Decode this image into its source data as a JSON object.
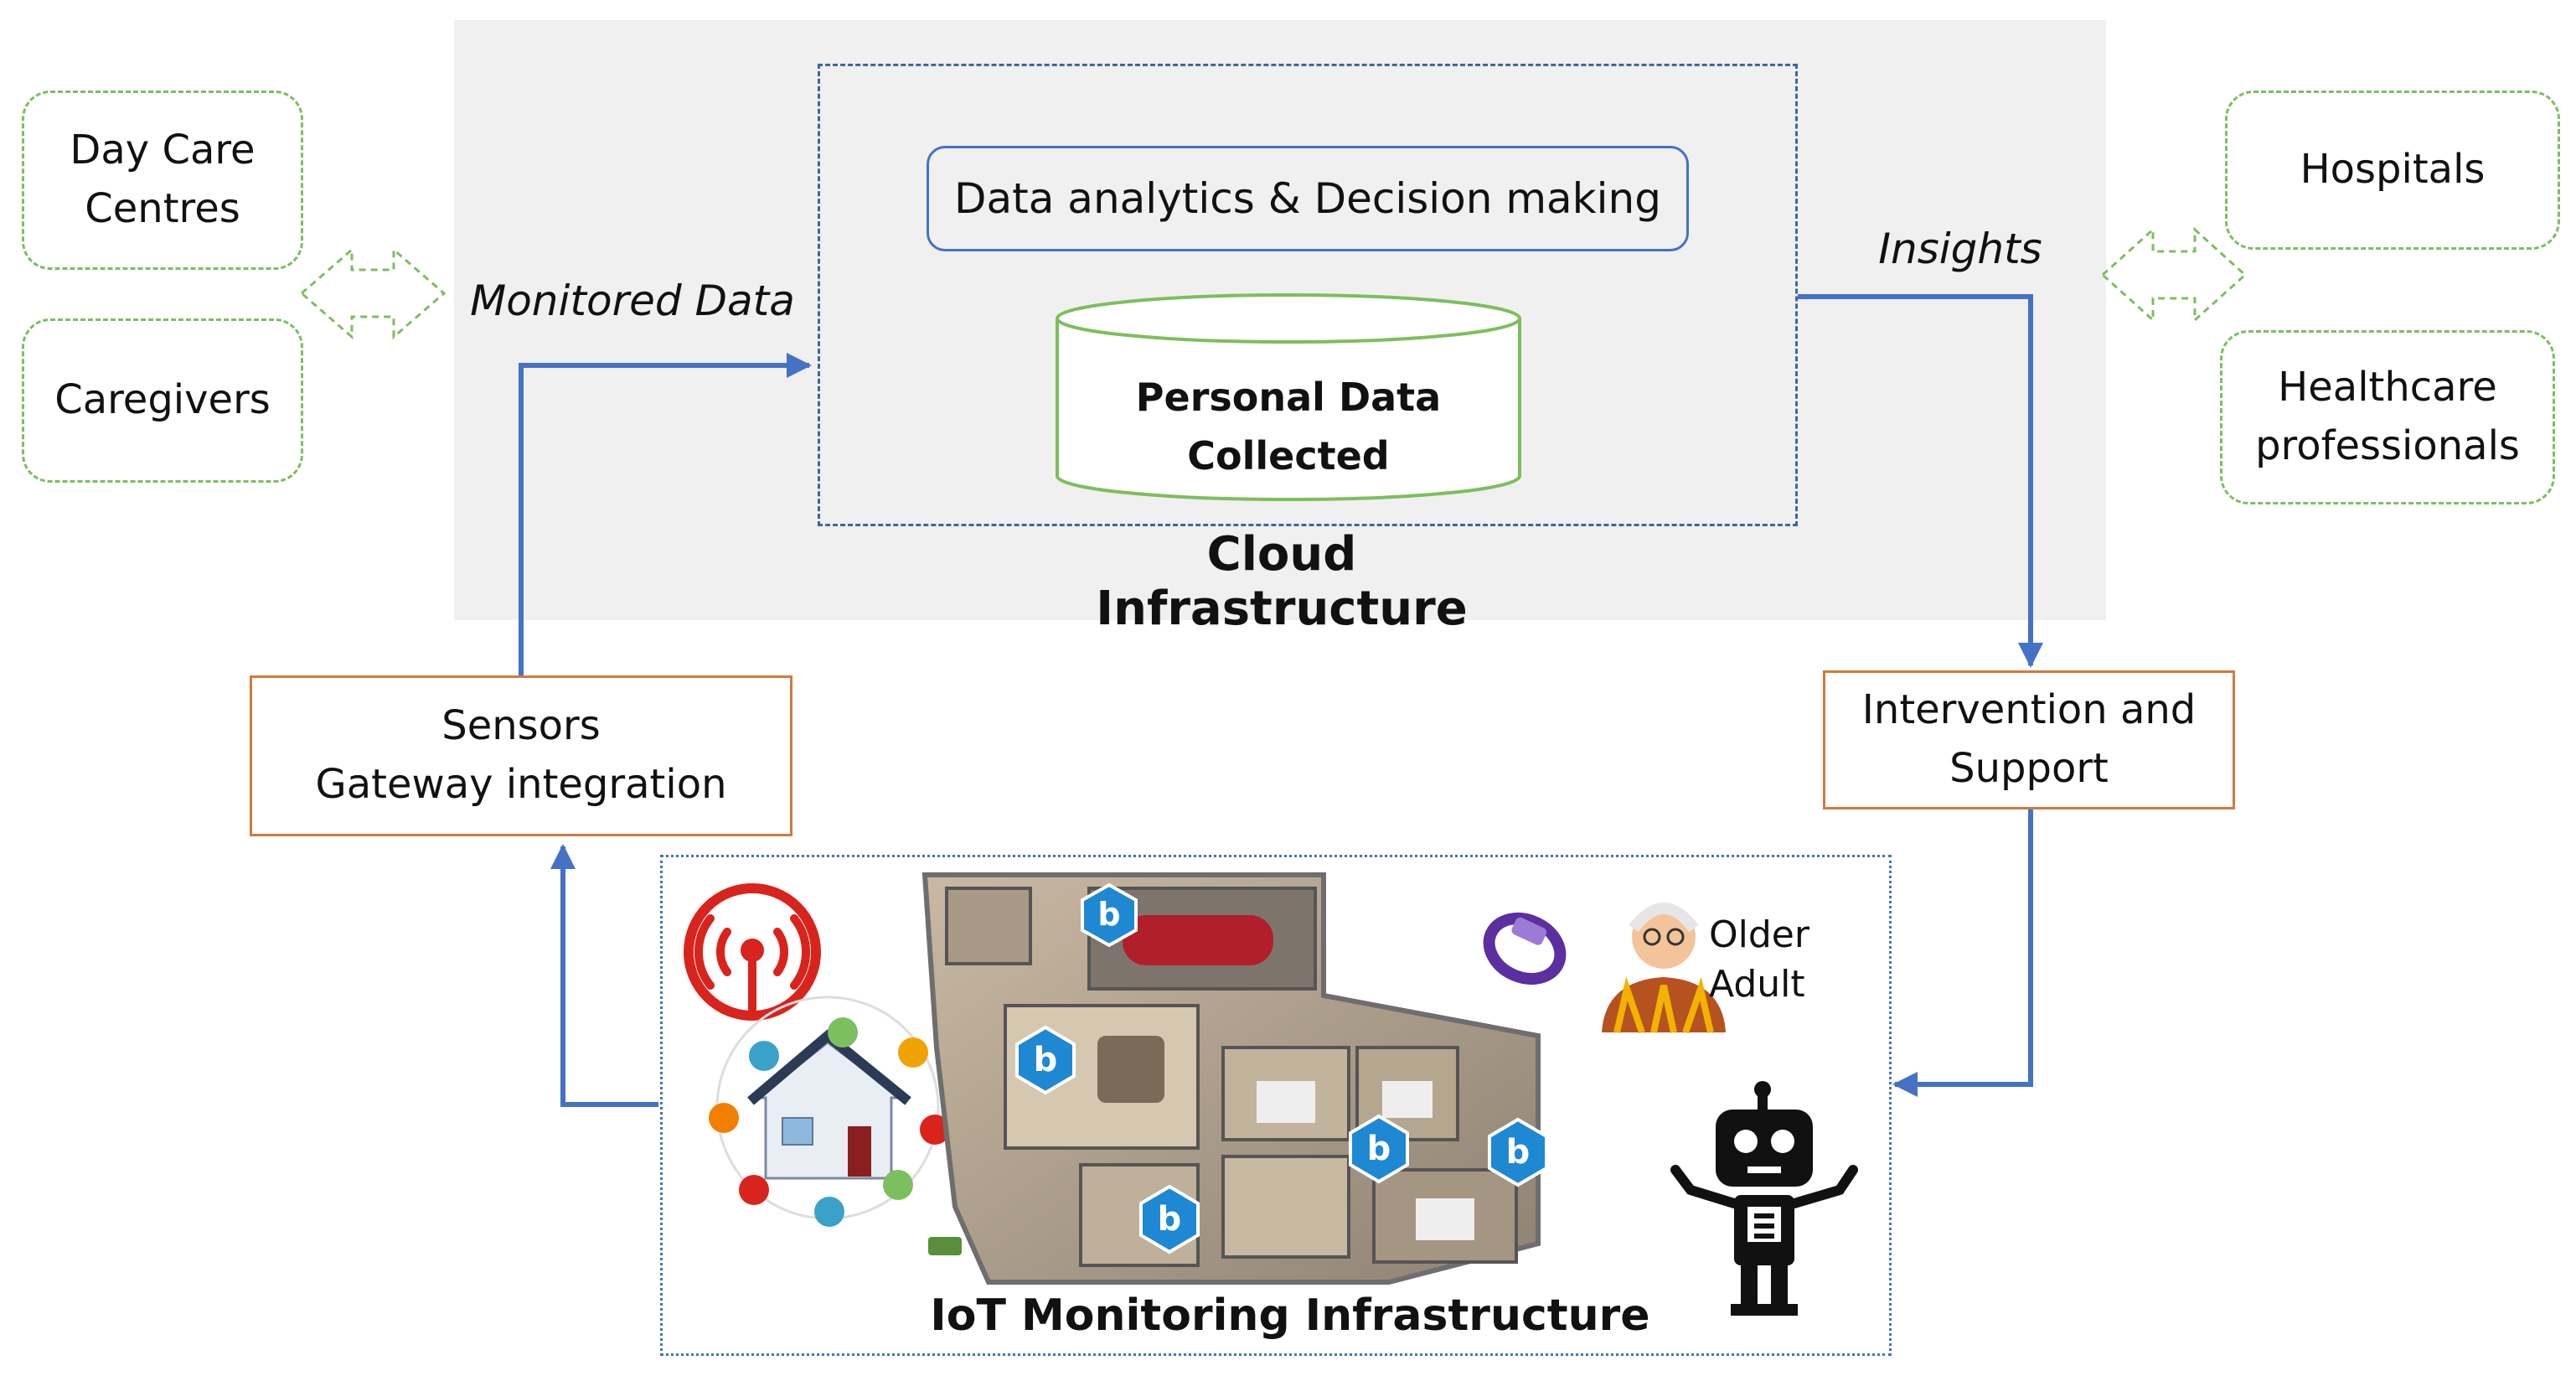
{
  "cloud": {
    "title": "Cloud Infrastructure",
    "analytics_label": "Data analytics & Decision making",
    "database_label_line1": "Personal Data",
    "database_label_line2": "Collected"
  },
  "left_entities": {
    "day_care_line1": "Day Care",
    "day_care_line2": "Centres",
    "caregivers": "Caregivers"
  },
  "right_entities": {
    "hospitals": "Hospitals",
    "healthcare_line1": "Healthcare",
    "healthcare_line2": "professionals"
  },
  "flow_labels": {
    "monitored_data": "Monitored Data",
    "insights": "Insights"
  },
  "sensors": {
    "line1": "Sensors",
    "line2": "Gateway integration"
  },
  "intervention": {
    "line1": "Intervention and",
    "line2": "Support"
  },
  "iot": {
    "title": "IoT Monitoring Infrastructure",
    "older_adult_line1": "Older",
    "older_adult_line2": "Adult"
  },
  "colors": {
    "arrow_blue": "#4472c4",
    "dashed_blue": "#3b66a6",
    "green": "#7cbf5e",
    "orange": "#d07a3c",
    "cloud_bg": "#f0f0f0",
    "signal_red": "#d9231d",
    "beacon_blue": "#1e88d2",
    "band_purple": "#5b2fa0"
  },
  "icons": [
    "wifi-signal-icon",
    "smart-home-icon",
    "floor-plan-image",
    "beacon-icon",
    "wristband-icon",
    "older-adult-icon",
    "robot-icon"
  ]
}
